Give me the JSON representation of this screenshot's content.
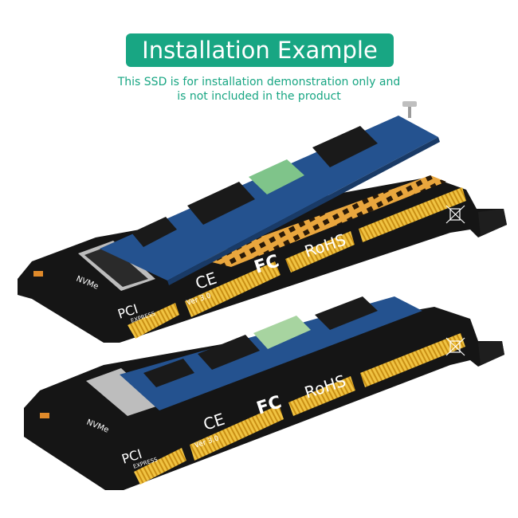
{
  "title": "Installation Example",
  "subtitle": {
    "line1": "This SSD is for installation demonstration only and",
    "line2": "is not included in the product"
  },
  "card_markings": {
    "nvme": "NVMe",
    "ce": "CE",
    "fc": "FC",
    "rohs": "RoHS",
    "pci": "PCI",
    "express": "EXPRESS",
    "version": "Ver 3.0"
  },
  "colors": {
    "accent": "#18a683",
    "card": "#151515",
    "ssd": "#24528f",
    "gold": "#d9a21f",
    "heatsink": "#e3a23a"
  }
}
